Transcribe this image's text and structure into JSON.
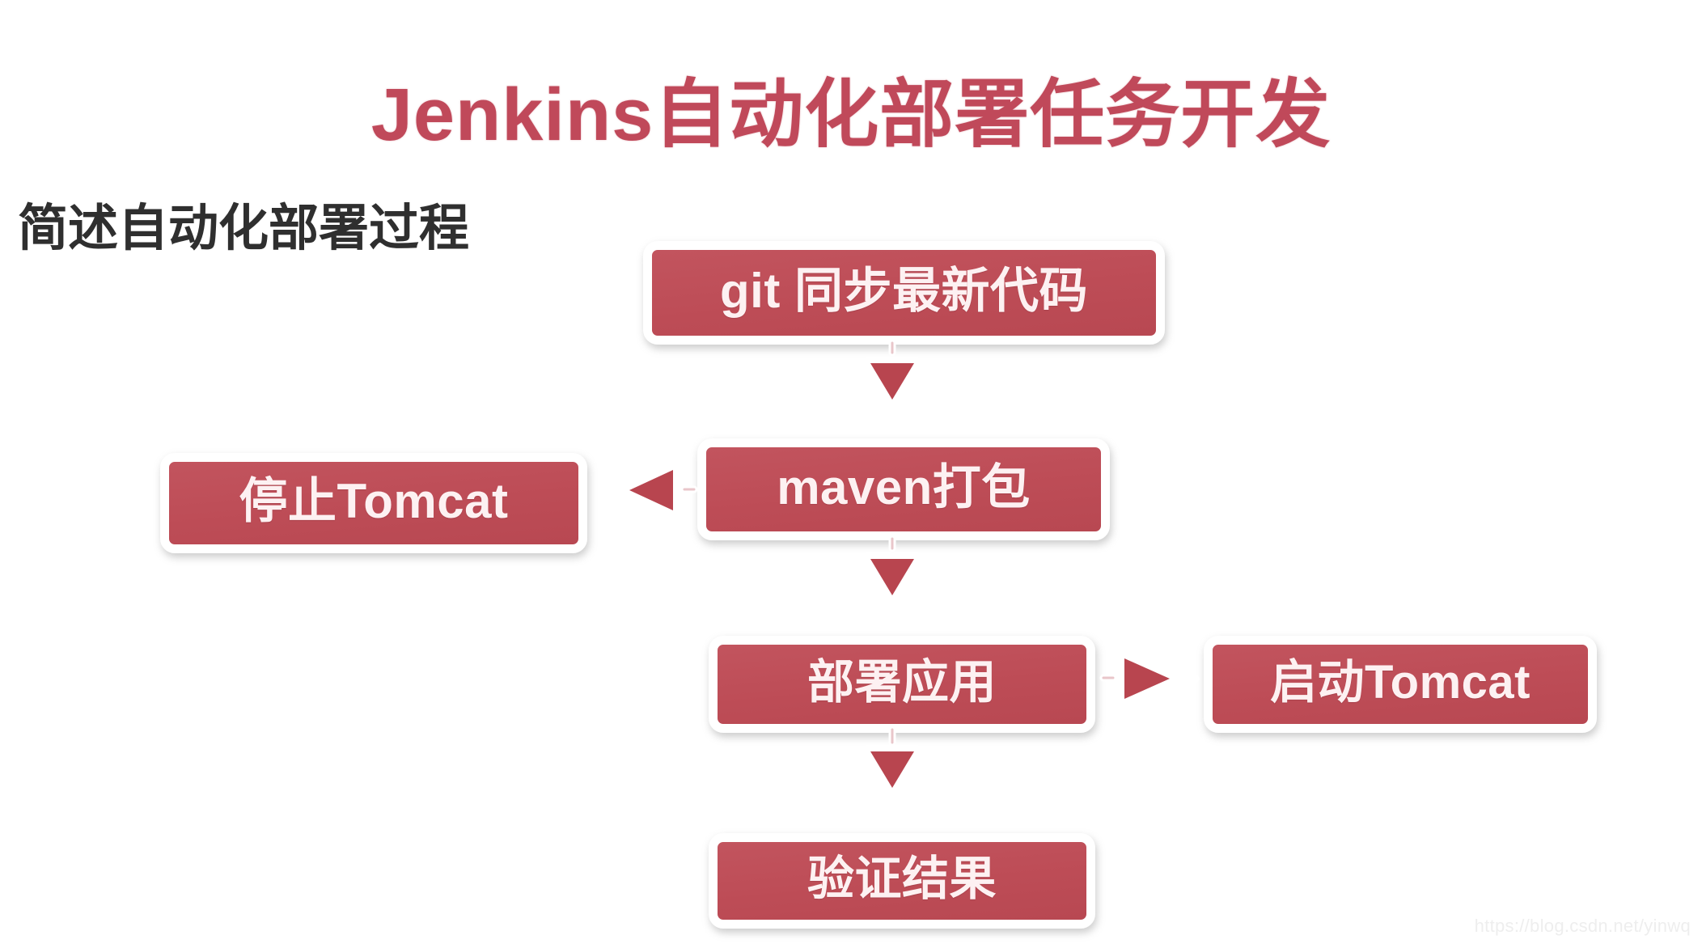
{
  "slide": {
    "title": "Jenkins自动化部署任务开发",
    "subtitle": "简述自动化部署过程",
    "watermark": "https://blog.csdn.net/yinwq"
  },
  "colors": {
    "title_red": "#c0495a",
    "box_fill": "#bf4f59",
    "box_border": "#ffffff",
    "box_text": "#fdf1f2",
    "subtitle_text": "#2f2f2f",
    "arrow_fill": "#b8454f",
    "arrow_outline": "#ffffff",
    "background": "#ffffff",
    "watermark_text": "#eeeeee"
  },
  "flowchart": {
    "type": "flowchart",
    "orientation": "top-to-bottom",
    "nodes": [
      {
        "id": "git",
        "label": "git 同步最新代码"
      },
      {
        "id": "maven",
        "label": "maven打包"
      },
      {
        "id": "stop",
        "label": "停止Tomcat"
      },
      {
        "id": "deploy",
        "label": "部署应用"
      },
      {
        "id": "start",
        "label": "启动Tomcat"
      },
      {
        "id": "verify",
        "label": "验证结果"
      }
    ],
    "edges": [
      {
        "from": "git",
        "to": "maven",
        "direction": "down"
      },
      {
        "from": "maven",
        "to": "stop",
        "direction": "left"
      },
      {
        "from": "maven",
        "to": "deploy",
        "direction": "down"
      },
      {
        "from": "deploy",
        "to": "start",
        "direction": "right"
      },
      {
        "from": "deploy",
        "to": "verify",
        "direction": "down"
      }
    ]
  }
}
